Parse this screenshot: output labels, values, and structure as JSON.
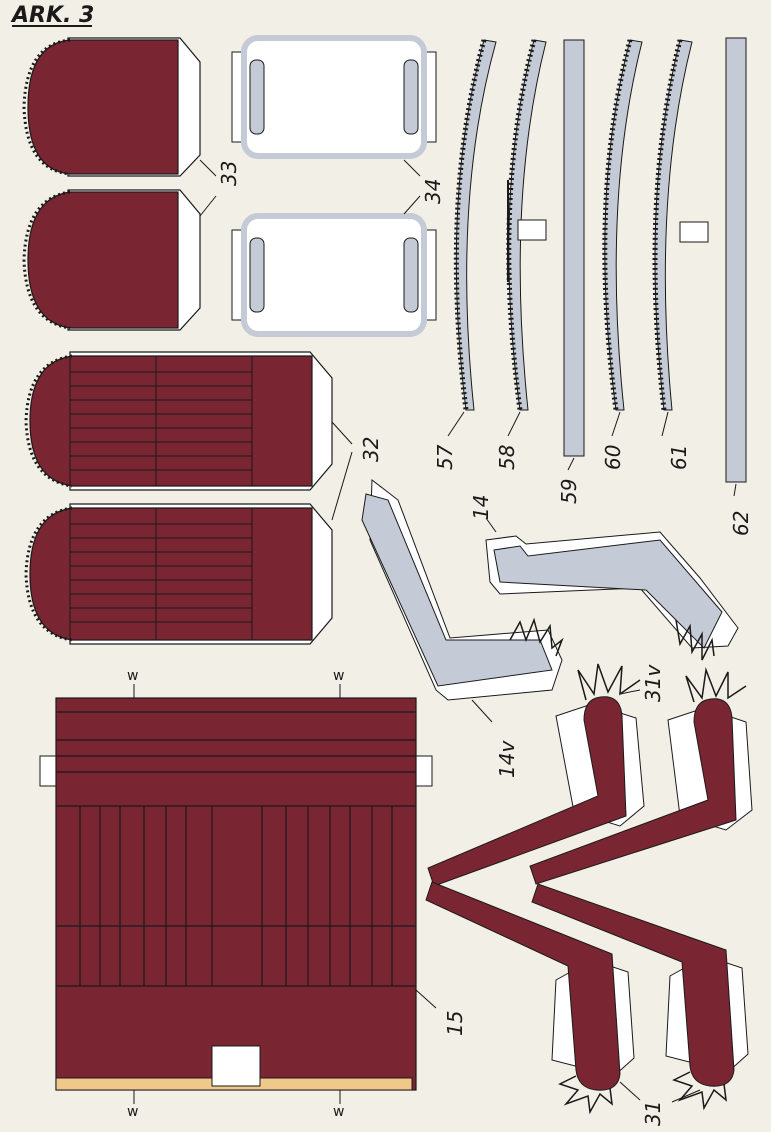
{
  "header": {
    "title": "ARK. 3"
  },
  "colors": {
    "paper": "#f2efe6",
    "maroon": "#7a2632",
    "grey": "#c5cbd6",
    "white": "#ffffff",
    "tan": "#f0c98a",
    "ink": "#1a1a1a"
  },
  "parts": {
    "p33": "33",
    "p34": "34",
    "p32": "32",
    "p57": "57",
    "p58": "58",
    "p59": "59",
    "p60": "60",
    "p61": "61",
    "p62": "62",
    "p14": "14",
    "p14v": "14v",
    "p31v": "31v",
    "p15": "15",
    "p31": "31"
  },
  "marks": {
    "w": "w"
  }
}
